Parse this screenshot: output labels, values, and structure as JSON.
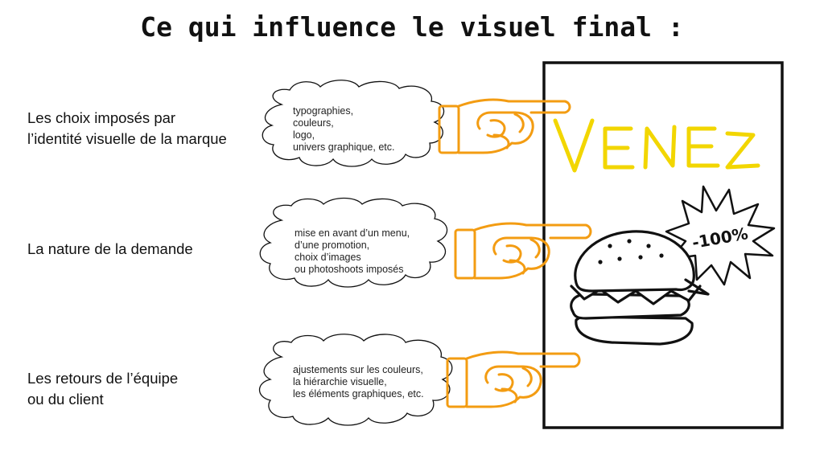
{
  "title": "Ce qui influence le visuel final :",
  "colors": {
    "hand": "#f39c12",
    "venez": "#f2d600",
    "ink": "#111111"
  },
  "rows": [
    {
      "label_lines": [
        "Les choix imposés par",
        "l’identité visuelle de la marque"
      ],
      "cloud_lines": [
        "typographies,",
        "couleurs,",
        "logo,",
        "univers graphique, etc."
      ]
    },
    {
      "label_lines": [
        "La nature de la demande"
      ],
      "cloud_lines": [
        "mise en avant d’un menu,",
        "d’une promotion,",
        "choix d’images",
        "ou photoshoots imposés"
      ]
    },
    {
      "label_lines": [
        "Les retours de l’équipe",
        "ou du client"
      ],
      "cloud_lines": [
        "ajustements sur les couleurs,",
        "la hiérarchie visuelle,",
        "les éléments graphiques, etc."
      ]
    }
  ],
  "poster": {
    "headline": "VENEZ",
    "badge": "-100%",
    "icon": "burger-icon"
  }
}
